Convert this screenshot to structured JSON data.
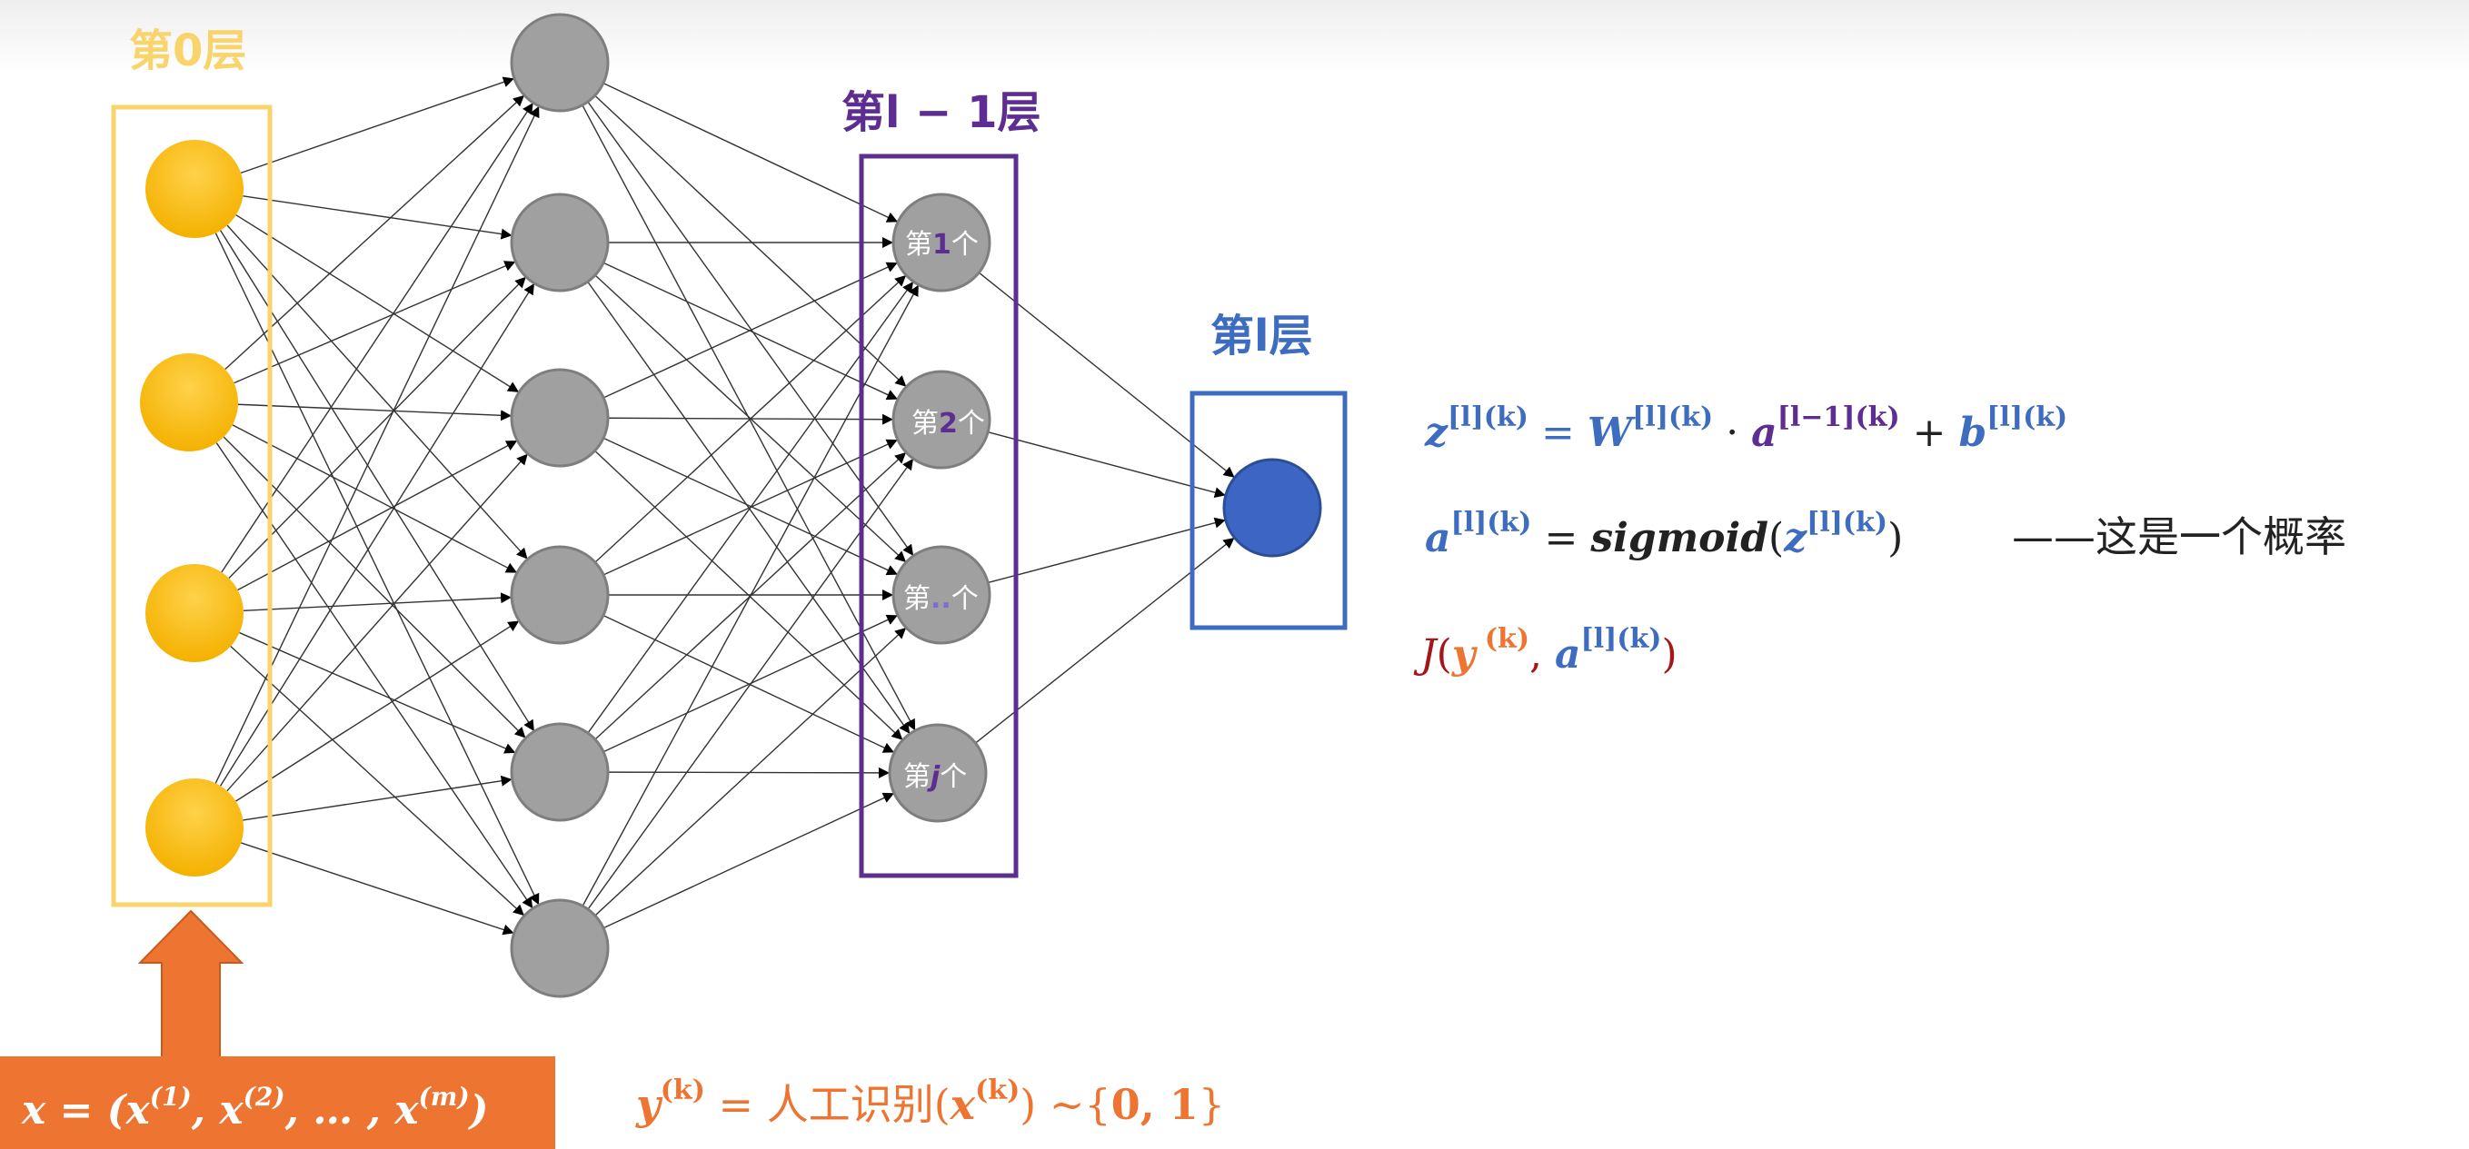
{
  "colors": {
    "layer0": "#F8D46A",
    "layerPrev": "#5E2D91",
    "layerOut": "#3D6CC0",
    "inputNode": "#FFC000",
    "hiddenNode": "#A0A0A0",
    "outputNode": "#3D66C4",
    "orange": "#ED7431",
    "darkRed": "#A5161C",
    "text": "#222222"
  },
  "labels": {
    "layer0": "第0层",
    "layerPrev": "第l − 1层",
    "layerOut": "第l层",
    "neurons": [
      {
        "pre": "第",
        "idx": "1",
        "post": "个"
      },
      {
        "pre": "第",
        "idx": "2",
        "post": "个"
      },
      {
        "pre": "第",
        "idx": "..",
        "post": "个"
      },
      {
        "pre": "第",
        "idx": "j",
        "post": "个"
      }
    ]
  },
  "formulas": {
    "z": "z[l](k) = W[l](k) · a[l−1](k) + b[l](k)",
    "a": "a[l](k) = sigmoid(z[l](k))",
    "a_note": "——这是一个概率",
    "J": "J(y(k), a[l](k))",
    "x": "x = (x(1), x(2), … , x(m))",
    "y": "y(k) = 人工识别(x(k)) ~{0, 1}"
  }
}
